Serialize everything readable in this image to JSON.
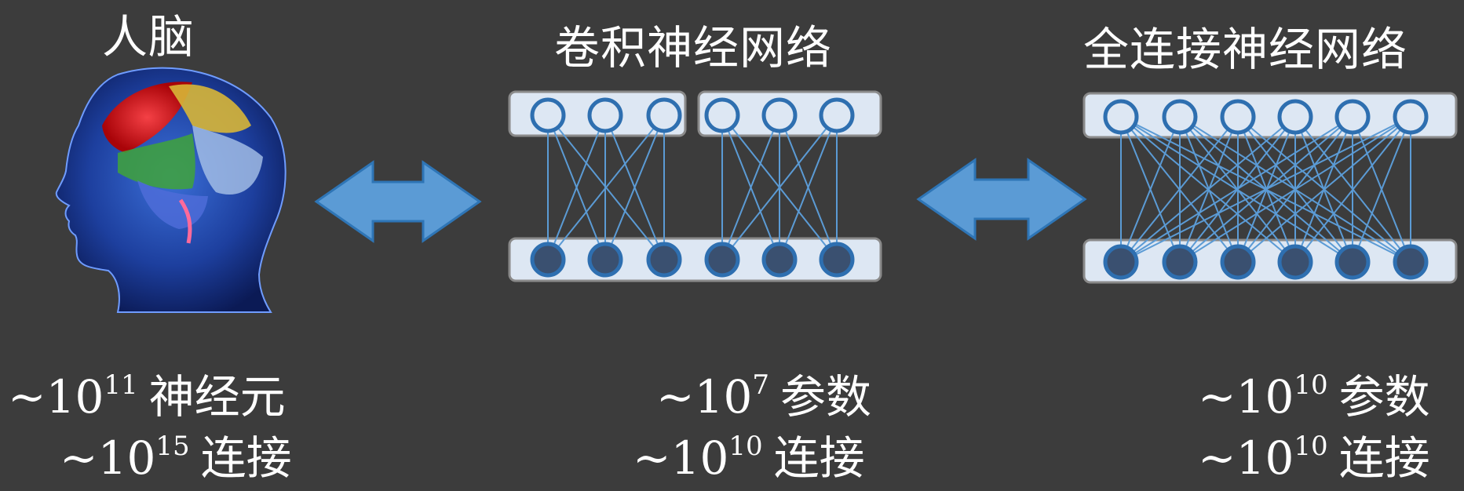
{
  "columns": {
    "brain": {
      "title": "人脑",
      "line1": {
        "prefix": "~10",
        "exp": "11",
        "text": "神经元"
      },
      "line2": {
        "prefix": "~10",
        "exp": "15",
        "text": "连接"
      }
    },
    "cnn": {
      "title": "卷积神经网络",
      "line1": {
        "prefix": "~10",
        "exp": "7",
        "text": "参数"
      },
      "line2": {
        "prefix": "~10",
        "exp": "10",
        "text": "连接"
      }
    },
    "fc": {
      "title": "全连接神经网络",
      "line1": {
        "prefix": "~10",
        "exp": "10",
        "text": "参数"
      },
      "line2": {
        "prefix": "~10",
        "exp": "10",
        "text": "连接"
      }
    }
  },
  "colors": {
    "background": "#3c3c3c",
    "arrow_fill": "#5b9bd5",
    "arrow_stroke": "#2e75b6",
    "layer_fill": "#dde7f3",
    "layer_stroke": "#8a8a8a",
    "edge": "#5b9bd5",
    "node_open_fill": "#dde7f3",
    "node_open_stroke": "#2e6fb0",
    "node_filled": "#3a5070"
  },
  "icons": {
    "brain_image": "human-head-brain-icon",
    "arrow": "double-headed-arrow-icon"
  }
}
